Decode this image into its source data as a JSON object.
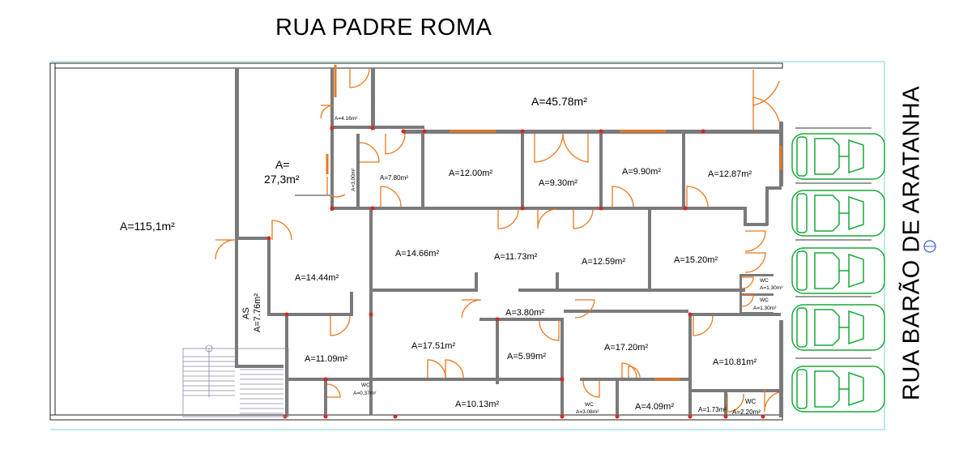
{
  "streets": {
    "top": "RUA PADRE ROMA",
    "right": "RUA BARÃO DE ARATANHA"
  },
  "rooms": [
    {
      "id": "r1",
      "label": "A=115,1m²"
    },
    {
      "id": "r2a",
      "label": "A="
    },
    {
      "id": "r2b",
      "label": "27,3m²"
    },
    {
      "id": "r3",
      "label": "A=4.16m²"
    },
    {
      "id": "r4",
      "label": "A=45.78m²"
    },
    {
      "id": "r5",
      "label": "A=3.00m²"
    },
    {
      "id": "r6",
      "label": "A=7.80m²"
    },
    {
      "id": "r7",
      "label": "A=12.00m²"
    },
    {
      "id": "r8",
      "label": "A=9.30m²"
    },
    {
      "id": "r9",
      "label": "A=9.90m²"
    },
    {
      "id": "r10",
      "label": "A=12.87m²"
    },
    {
      "id": "r11",
      "label": "A=14.66m²"
    },
    {
      "id": "r12",
      "label": "A=11.73m²"
    },
    {
      "id": "r13",
      "label": "A=12.59m²"
    },
    {
      "id": "r14",
      "label": "A=15.20m²"
    },
    {
      "id": "r15",
      "label": "A=14.44m²"
    },
    {
      "id": "r16a",
      "label": "AS"
    },
    {
      "id": "r16b",
      "label": "A=7.76m²"
    },
    {
      "id": "r17",
      "label": "WC"
    },
    {
      "id": "r18",
      "label": "A=1.30m²"
    },
    {
      "id": "r19",
      "label": "WC"
    },
    {
      "id": "r20",
      "label": "A=1.30m²"
    },
    {
      "id": "r21",
      "label": "A=3.80m²"
    },
    {
      "id": "r22",
      "label": "A=11.09m²"
    },
    {
      "id": "r23",
      "label": "A=17.51m²"
    },
    {
      "id": "r24",
      "label": "A=5.99m²"
    },
    {
      "id": "r25",
      "label": "A=17.20m²"
    },
    {
      "id": "r26",
      "label": "A=10.81m²"
    },
    {
      "id": "r27",
      "label": "WC"
    },
    {
      "id": "r28",
      "label": "A=0.37m²"
    },
    {
      "id": "r29",
      "label": "A=10.13m²"
    },
    {
      "id": "r30",
      "label": "WC"
    },
    {
      "id": "r31",
      "label": "A=3.08m²"
    },
    {
      "id": "r32",
      "label": "A=4.09m²"
    },
    {
      "id": "r33",
      "label": "A=1.73m²"
    },
    {
      "id": "r34",
      "label": "WC"
    },
    {
      "id": "r35",
      "label": "A=2.20m²"
    }
  ],
  "parking": {
    "spaces": [
      1,
      2,
      3,
      4,
      5
    ],
    "car_color": "#18a838"
  },
  "colors": {
    "wall": "#7a7a7a",
    "door": "#e8781e",
    "column": "#d9261c",
    "guide_line": "#7fd1d1"
  }
}
